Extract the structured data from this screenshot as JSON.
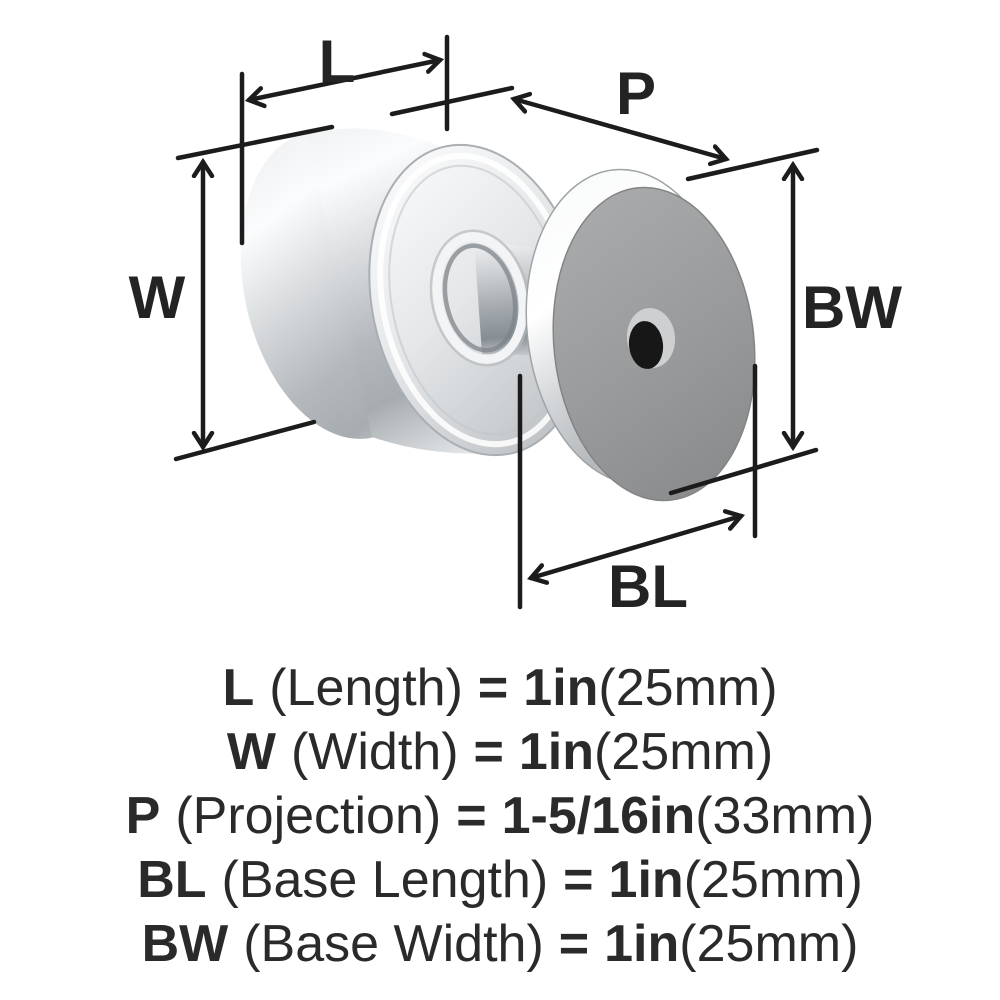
{
  "diagram": {
    "dimension_labels": {
      "length": "L",
      "width": "W",
      "projection": "P",
      "base_length": "BL",
      "base_width": "BW"
    },
    "colors": {
      "line": "#1c1c1c",
      "text": "#2a2a2a",
      "metal_highlight": "#fbfcfc",
      "metal_mid": "#c9cdd0",
      "metal_shadow": "#9aa0a5",
      "base_face_gray": "#9a9b9c",
      "screw_hole": "#171717"
    }
  },
  "legend": {
    "rows": [
      {
        "symbol": "L",
        "name": "(Length)",
        "equals": "=",
        "value_in": "1in",
        "value_mm": "(25mm)"
      },
      {
        "symbol": "W",
        "name": "(Width)",
        "equals": "=",
        "value_in": "1in",
        "value_mm": "(25mm)"
      },
      {
        "symbol": "P",
        "name": "(Projection)",
        "equals": "=",
        "value_in": "1-5/16in",
        "value_mm": "(33mm)"
      },
      {
        "symbol": "BL",
        "name": "(Base Length)",
        "equals": "=",
        "value_in": "1in",
        "value_mm": "(25mm)"
      },
      {
        "symbol": "BW",
        "name": "(Base Width)",
        "equals": "=",
        "value_in": "1in",
        "value_mm": "(25mm)"
      }
    ]
  }
}
